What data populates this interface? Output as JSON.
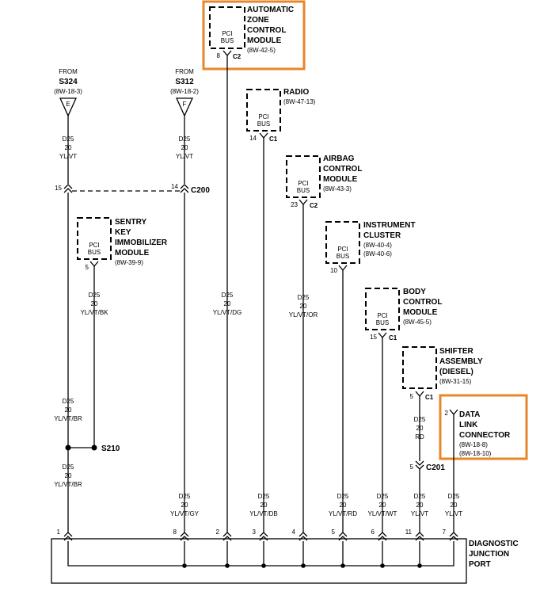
{
  "modules": {
    "azcm": {
      "name": [
        "AUTOMATIC",
        "ZONE",
        "CONTROL",
        "MODULE"
      ],
      "ref": "(8W-42-5)",
      "pin": "8",
      "connector": "C2",
      "bus": [
        "PCI",
        "BUS"
      ]
    },
    "radio": {
      "name": [
        "RADIO"
      ],
      "ref": "(8W-47-13)",
      "pin": "14",
      "connector": "C1",
      "bus": [
        "PCI",
        "BUS"
      ]
    },
    "airbag": {
      "name": [
        "AIRBAG",
        "CONTROL",
        "MODULE"
      ],
      "ref": "(8W-43-3)",
      "pin": "23",
      "connector": "C2",
      "bus": [
        "PCI",
        "BUS"
      ]
    },
    "sentry": {
      "name": [
        "SENTRY",
        "KEY",
        "IMMOBILIZER",
        "MODULE"
      ],
      "ref": "(8W-39-9)",
      "pin": "5",
      "bus": [
        "PCI",
        "BUS"
      ]
    },
    "cluster": {
      "name": [
        "INSTRUMENT",
        "CLUSTER"
      ],
      "refs": [
        "(8W-40-4)",
        "(8W-40-6)"
      ],
      "pin": "10",
      "bus": [
        "PCI",
        "BUS"
      ]
    },
    "bcm": {
      "name": [
        "BODY",
        "CONTROL",
        "MODULE"
      ],
      "ref": "(8W-45-5)",
      "pin": "15",
      "connector": "C1",
      "bus": [
        "PCI",
        "BUS"
      ]
    },
    "shifter": {
      "name": [
        "SHIFTER",
        "ASSEMBLY",
        "(DIESEL)"
      ],
      "ref": "(8W-31-15)",
      "pin": "5",
      "connector": "C1"
    },
    "dlc": {
      "name": [
        "DATA",
        "LINK",
        "CONNECTOR"
      ],
      "refs": [
        "(8W-18-8)",
        "(8W-18-10)"
      ],
      "pin": "2"
    }
  },
  "sources": {
    "s324": {
      "from": "FROM",
      "splice": "S324",
      "ref": "(8W-18-3)",
      "letter": "E"
    },
    "s312": {
      "from": "FROM",
      "splice": "S312",
      "ref": "(8W-18-2)",
      "letter": "F"
    }
  },
  "wires": {
    "w1_top": [
      "D25",
      "20",
      "YL/VT"
    ],
    "w8_top": [
      "D25",
      "20",
      "YL/VT"
    ],
    "sentry": [
      "D25",
      "20",
      "YL/VT/BK"
    ],
    "w1_mid": [
      "D25",
      "20",
      "YL/VT/BR"
    ],
    "w1_low": [
      "D25",
      "20",
      "YL/VT/BR"
    ],
    "w8_low": [
      "D25",
      "20",
      "YL/VT/GY"
    ],
    "azcm": [
      "D25",
      "20",
      "YL/VT/DG"
    ],
    "radio": [
      "D25",
      "20",
      "YL/VT/DB"
    ],
    "airbag": [
      "D25",
      "20",
      "YL/VT/OR"
    ],
    "cluster": [
      "D25",
      "20",
      "YL/VT/RD"
    ],
    "bcm": [
      "D25",
      "20",
      "YL/VT/WT"
    ],
    "shifter_top": [
      "D25",
      "20",
      "RD"
    ],
    "shifter_low": [
      "D25",
      "20",
      "YL/VT"
    ],
    "dlc": [
      "D25",
      "20",
      "YL/VT"
    ]
  },
  "connectors": {
    "c200": {
      "label": "C200",
      "left_pin": "15",
      "right_pin": "14"
    },
    "c201": {
      "label": "C201",
      "pin": "5"
    }
  },
  "splice_s210": "S210",
  "djp": {
    "name": [
      "DIAGNOSTIC",
      "JUNCTION",
      "PORT"
    ],
    "pins": [
      "1",
      "8",
      "2",
      "3",
      "4",
      "5",
      "6",
      "11",
      "7"
    ]
  },
  "highlight_color": "#e8862a"
}
